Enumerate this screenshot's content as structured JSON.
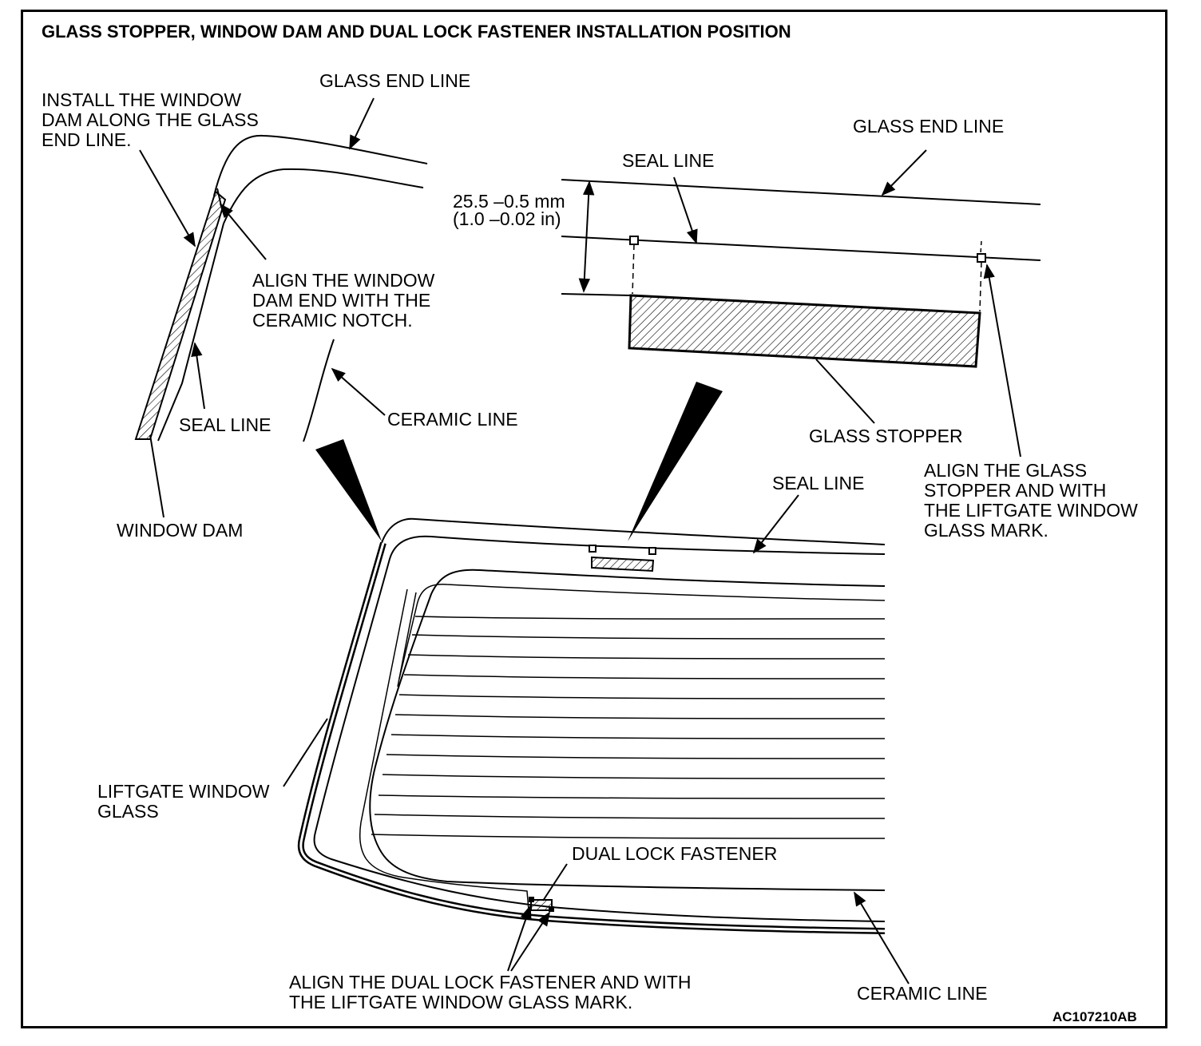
{
  "title": "GLASS STOPPER, WINDOW DAM AND DUAL LOCK FASTENER INSTALLATION POSITION",
  "figure_code": "AC107210AB",
  "labels": {
    "glass_end_line_left": "GLASS END LINE",
    "install_window_dam": [
      "INSTALL THE WINDOW",
      "DAM ALONG THE GLASS",
      "END LINE."
    ],
    "align_window_dam": [
      "ALIGN THE WINDOW",
      "DAM END WITH THE",
      "CERAMIC NOTCH."
    ],
    "seal_line_left": "SEAL LINE",
    "ceramic_line_left": "CERAMIC LINE",
    "window_dam": "WINDOW DAM",
    "glass_end_line_right": "GLASS END LINE",
    "seal_line_top": "SEAL LINE",
    "dimension": [
      "25.5 –0.5 mm",
      "(1.0 –0.02 in)"
    ],
    "glass_stopper": "GLASS STOPPER",
    "align_glass_stopper": [
      "ALIGN THE GLASS",
      "STOPPER AND WITH",
      "THE LIFTGATE WINDOW",
      "GLASS MARK."
    ],
    "seal_line_main": "SEAL LINE",
    "liftgate_window_glass": [
      "LIFTGATE WINDOW",
      "GLASS"
    ],
    "dual_lock_fastener": "DUAL LOCK FASTENER",
    "align_dual_lock": [
      "ALIGN THE DUAL LOCK FASTENER AND WITH",
      "THE LIFTGATE WINDOW GLASS MARK."
    ],
    "ceramic_line_bottom": "CERAMIC LINE"
  }
}
